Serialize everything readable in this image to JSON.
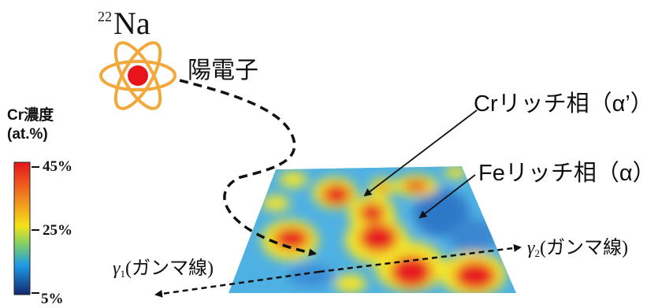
{
  "source": {
    "isotope_mass": "22",
    "isotope_symbol": "Na",
    "positron_label": "陽電子"
  },
  "phases": {
    "cr_rich": "Crリッチ相（α’）",
    "fe_rich": "Feリッチ相（α）"
  },
  "colorbar": {
    "title_line1": "Cr濃度",
    "title_line2": "(at.%)",
    "ticks": [
      "45%",
      "25%",
      "5%"
    ],
    "colors": [
      "#e8141c",
      "#f5e21a",
      "#1e9ae6",
      "#14286e"
    ]
  },
  "gamma": {
    "g1_symbol": "γ",
    "g1_sub": "1",
    "g1_text": "(ガンマ線)",
    "g2_symbol": "γ",
    "g2_sub": "2",
    "g2_text": "(ガンマ線)"
  },
  "colors": {
    "atom_orbit": "#f2a93b",
    "nucleus": "#e8141c",
    "map_base": "#4fb1e3",
    "map_red": "#e81e24",
    "map_yellow": "#f4e42a"
  }
}
